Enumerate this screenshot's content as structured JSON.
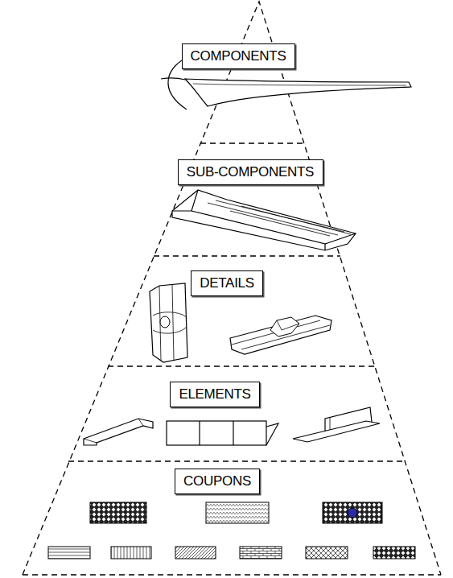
{
  "diagram": {
    "nodes": [
      {
        "text": [
          "COMPONENTS"
        ]
      },
      {
        "text": [
          "SUB-COMPONENTS"
        ]
      },
      {
        "text": [
          "DETAILS"
        ]
      },
      {
        "text": [
          "ELEMENTS"
        ]
      },
      {
        "text": [
          "COUPONS"
        ]
      }
    ]
  }
}
